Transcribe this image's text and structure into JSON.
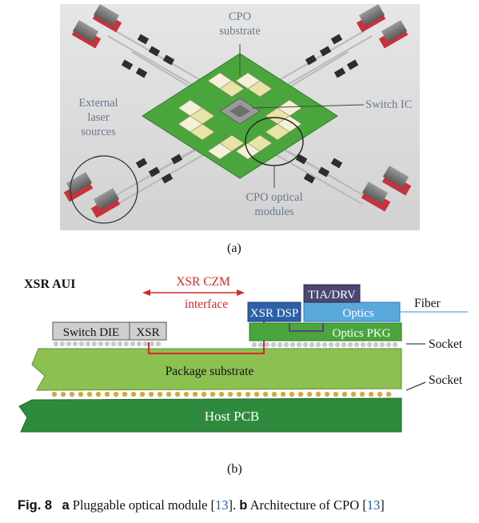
{
  "figure_a": {
    "labels": {
      "cpo_substrate_line1": "CPO",
      "cpo_substrate_line2": "substrate",
      "switch_ic": "Switch IC",
      "external_line1": "External",
      "external_line2": "laser",
      "external_line3": "sources",
      "optical_modules_line1": "CPO optical",
      "optical_modules_line2": "modules"
    },
    "sublabel": "(a)"
  },
  "figure_b": {
    "title": "XSR AUI",
    "czm_line1": "XSR CZM",
    "czm_line2": "interface",
    "tia_drv": "TIA/DRV",
    "optics": "Optics",
    "fiber": "Fiber",
    "xsr_dsp": "XSR DSP",
    "optics_pkg": "Optics PKG",
    "socket_top": "Socket",
    "socket_bottom": "Socket",
    "switch_die": "Switch DIE",
    "xsr": "XSR",
    "package_substrate": "Package substrate",
    "host_pcb": "Host PCB",
    "sublabel": "(b)"
  },
  "caption": {
    "fig": "Fig. 8",
    "a_letter": "a",
    "a_text": " Pluggable optical module [",
    "ref1": "13",
    "mid": "]. ",
    "b_letter": "b",
    "b_text": " Architecture of CPO [",
    "ref2": "13",
    "end": "]"
  },
  "colors": {
    "photo_bg": "#dcdcdc",
    "substrate_green": "#4aa63c",
    "module_yellow": "#e8e4a6",
    "laser_red": "#c8323a",
    "pkg_green": "#8cc152",
    "pcb_green": "#2e8b3e",
    "optics_blue": "#5aa9dd",
    "dsp_blue": "#2c61a8",
    "tia_purple": "#4a4770",
    "czm_red": "#d42a2a"
  }
}
